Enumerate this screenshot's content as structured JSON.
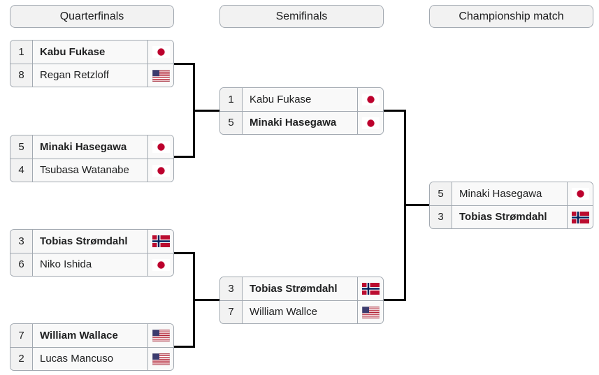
{
  "rounds": [
    {
      "title": "Quarterfinals"
    },
    {
      "title": "Semifinals"
    },
    {
      "title": "Championship match"
    }
  ],
  "matches": {
    "qf1": {
      "top": {
        "seed": "1",
        "name": "Kabu Fukase",
        "country": "japan",
        "winner": true
      },
      "bottom": {
        "seed": "8",
        "name": "Regan Retzloff",
        "country": "usa",
        "winner": false
      }
    },
    "qf2": {
      "top": {
        "seed": "5",
        "name": "Minaki Hasegawa",
        "country": "japan",
        "winner": true
      },
      "bottom": {
        "seed": "4",
        "name": "Tsubasa Watanabe",
        "country": "japan",
        "winner": false
      }
    },
    "qf3": {
      "top": {
        "seed": "3",
        "name": "Tobias Strømdahl",
        "country": "norway",
        "winner": true
      },
      "bottom": {
        "seed": "6",
        "name": "Niko Ishida",
        "country": "japan",
        "winner": false
      }
    },
    "qf4": {
      "top": {
        "seed": "7",
        "name": "William Wallace",
        "country": "usa",
        "winner": true
      },
      "bottom": {
        "seed": "2",
        "name": "Lucas Mancuso",
        "country": "usa",
        "winner": false
      }
    },
    "sf1": {
      "top": {
        "seed": "1",
        "name": "Kabu Fukase",
        "country": "japan",
        "winner": false
      },
      "bottom": {
        "seed": "5",
        "name": "Minaki Hasegawa",
        "country": "japan",
        "winner": true
      }
    },
    "sf2": {
      "top": {
        "seed": "3",
        "name": "Tobias Strømdahl",
        "country": "norway",
        "winner": true
      },
      "bottom": {
        "seed": "7",
        "name": "William Wallce",
        "country": "usa",
        "winner": false
      }
    },
    "final": {
      "top": {
        "seed": "5",
        "name": "Minaki Hasegawa",
        "country": "japan",
        "winner": false
      },
      "bottom": {
        "seed": "3",
        "name": "Tobias Strømdahl",
        "country": "norway",
        "winner": true
      }
    }
  },
  "colors": {
    "japan_red": "#bc002d",
    "usa_red": "#b22234",
    "usa_blue": "#3c3b6e",
    "norway_red": "#ba0c2f",
    "norway_blue": "#00205b"
  }
}
